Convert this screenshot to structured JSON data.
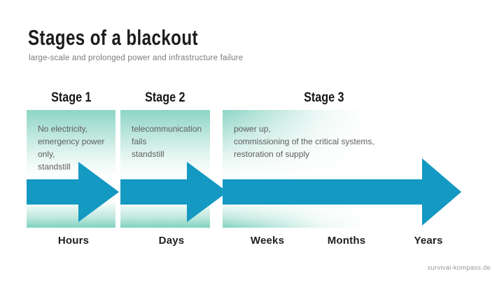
{
  "header": {
    "title": "Stages of a blackout",
    "subtitle": "large-scale and prolonged power and infrastructure failure"
  },
  "stages": [
    {
      "label": "Stage 1",
      "lines": [
        "No electricity,",
        "emergency power",
        "only,",
        "standstill"
      ]
    },
    {
      "label": "Stage 2",
      "lines": [
        "telecommunication",
        "fails",
        "standstill"
      ]
    },
    {
      "label": "Stage 3",
      "lines": [
        "power up,",
        "commissioning of the critical systems,",
        "restoration of supply"
      ]
    }
  ],
  "timeline": {
    "labels": [
      "Hours",
      "Days",
      "Weeks",
      "Months",
      "Years"
    ]
  },
  "footer": {
    "credit": "survival-kompass.de"
  },
  "colors": {
    "arrow": "#1499c2",
    "box_teal": "#8ed5c5",
    "title_text": "#1c1c1c",
    "subtitle_text": "#7b7b7b",
    "box_text": "#5e5e5e"
  }
}
